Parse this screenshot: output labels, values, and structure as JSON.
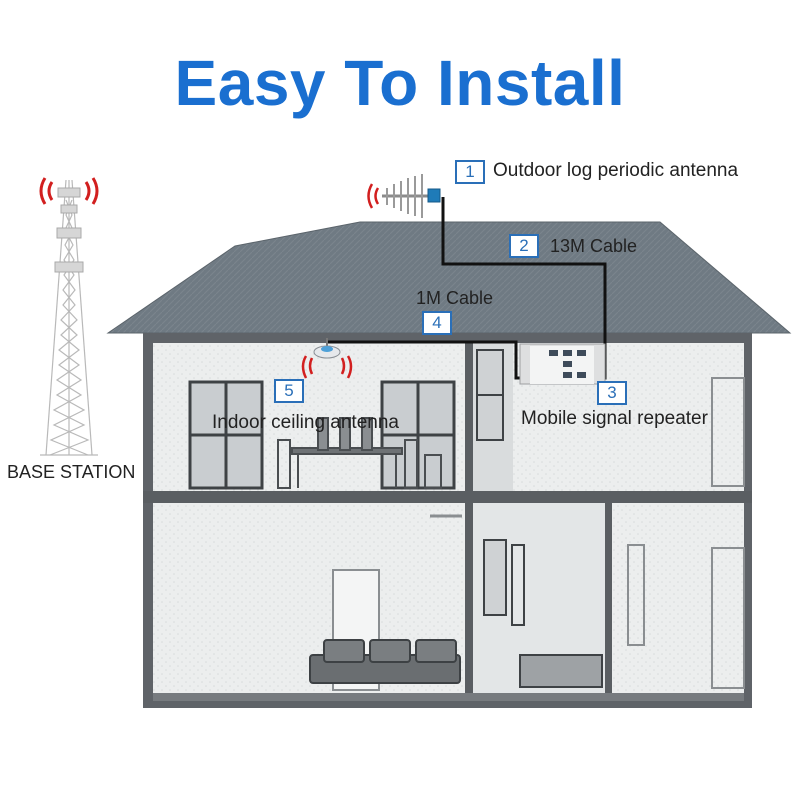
{
  "title": "Easy To Install",
  "steps": [
    {
      "number": "1",
      "label": "Outdoor log periodic antenna"
    },
    {
      "number": "2",
      "label": "13M Cable"
    },
    {
      "number": "3",
      "label": "Mobile signal repeater"
    },
    {
      "number": "4",
      "label": "1M Cable"
    },
    {
      "number": "5",
      "label": "Indoor ceiling antenna"
    }
  ],
  "base_station_label": "BASE STATION",
  "colors": {
    "title": "#1a6fd0",
    "number_box_border": "#2a6fb8",
    "roof": "#6e7880",
    "walls": "#5f6368",
    "signal_waves": "#d21f1f",
    "cable": "#111111"
  }
}
